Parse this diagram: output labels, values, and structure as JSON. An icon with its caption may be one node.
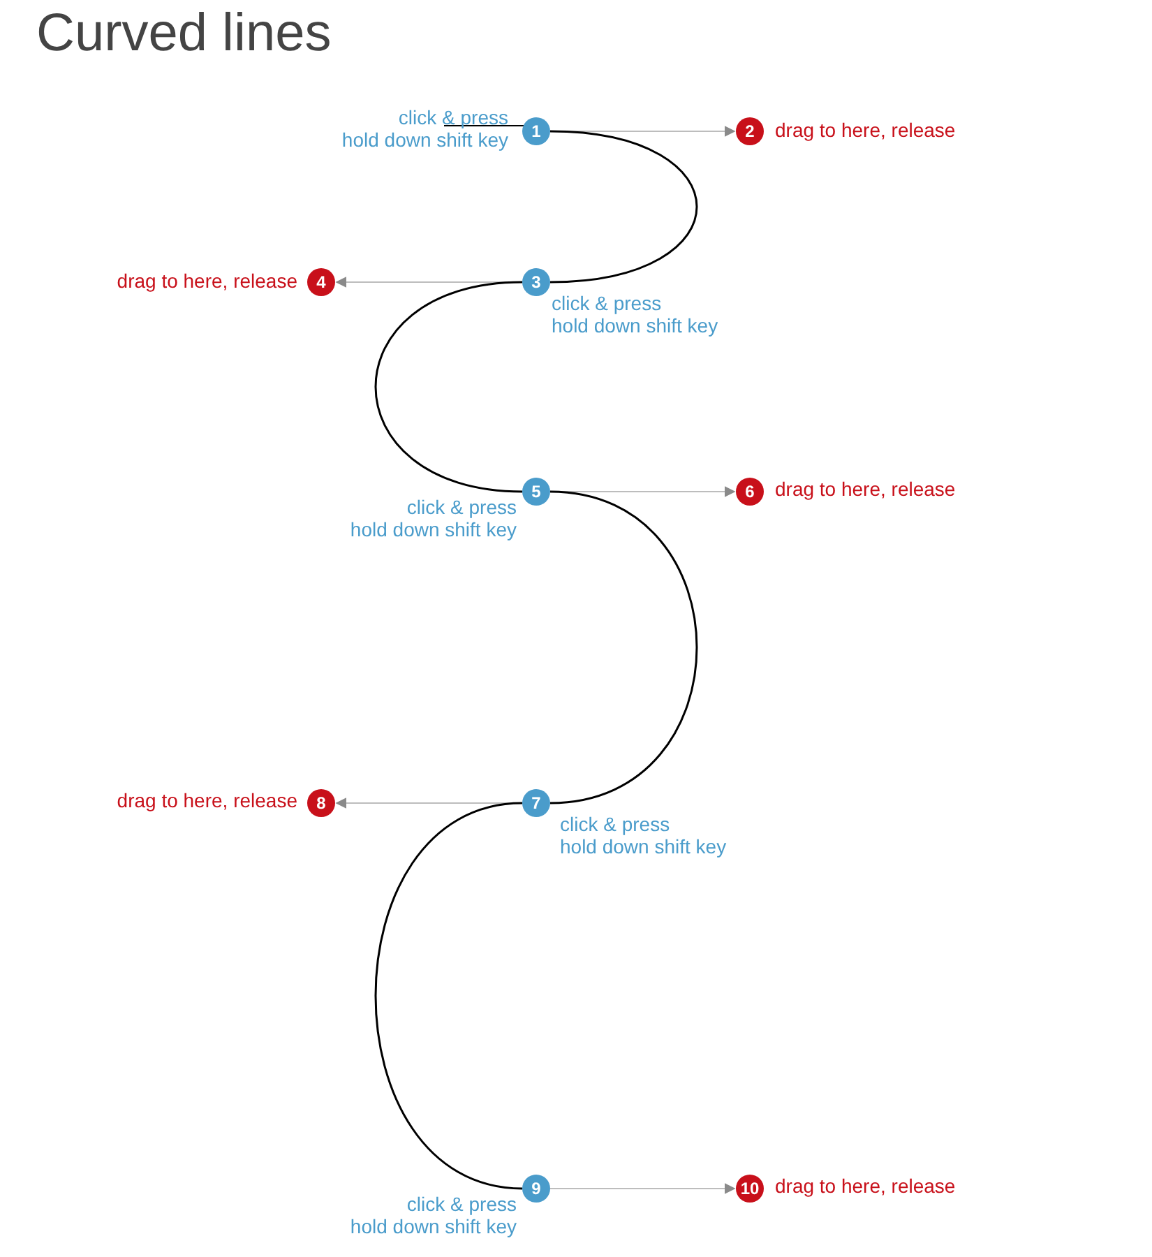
{
  "diagram": {
    "title": "Curved lines",
    "nodes": [
      {
        "text": [
          "1"
        ],
        "beside": [
          "click & press",
          "hold down shift key"
        ]
      },
      {
        "text": [
          "2"
        ],
        "beside": [
          "drag to here, release"
        ]
      },
      {
        "text": [
          "3"
        ],
        "beside": [
          "click & press",
          "hold down shift key"
        ]
      },
      {
        "text": [
          "4"
        ],
        "beside": [
          "drag to here, release"
        ]
      },
      {
        "text": [
          "5"
        ],
        "beside": [
          "click & press",
          "hold down shift key"
        ]
      },
      {
        "text": [
          "6"
        ],
        "beside": [
          "drag to here, release"
        ]
      },
      {
        "text": [
          "7"
        ],
        "beside": [
          "click & press",
          "hold down shift key"
        ]
      },
      {
        "text": [
          "8"
        ],
        "beside": [
          "drag to here, release"
        ]
      },
      {
        "text": [
          "9"
        ],
        "beside": [
          "click & press",
          "hold down shift key"
        ]
      },
      {
        "text": [
          "10"
        ],
        "beside": [
          "drag to here, release"
        ]
      }
    ],
    "edges": [
      {
        "from": 0,
        "to": 1,
        "arrow": "to"
      },
      {
        "from": 2,
        "to": 3,
        "arrow": "to"
      },
      {
        "from": 4,
        "to": 5,
        "arrow": "to"
      },
      {
        "from": 6,
        "to": 7,
        "arrow": "to"
      },
      {
        "from": 8,
        "to": 9,
        "arrow": "to"
      },
      {
        "from": 0,
        "to": 2,
        "arrow": "none",
        "color": "#000000"
      },
      {
        "from": 2,
        "to": 4,
        "arrow": "none",
        "color": "#000000"
      },
      {
        "from": 4,
        "to": 6,
        "arrow": "none",
        "color": "#000000"
      },
      {
        "from": 6,
        "to": 8,
        "arrow": "none",
        "color": "#000000"
      },
      {
        "from": null,
        "to": 0,
        "arrow": "none",
        "color": "#000000"
      }
    ]
  }
}
